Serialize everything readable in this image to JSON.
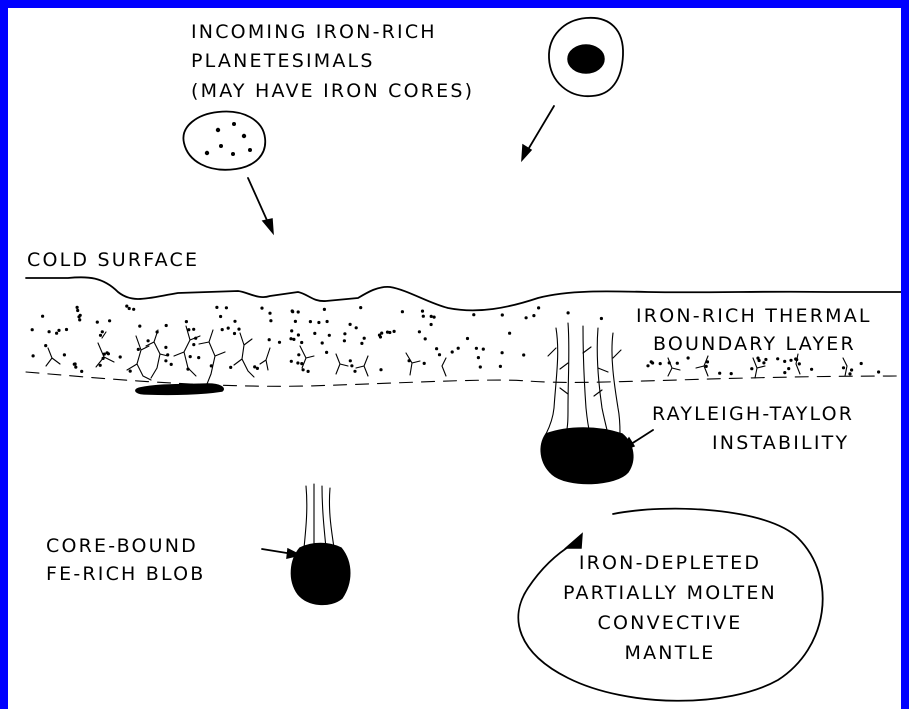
{
  "labels": {
    "incoming": [
      "INCOMING IRON-RICH",
      "PLANETESIMALS",
      "(MAY HAVE IRON CORES)"
    ],
    "cold_surface": "COLD SURFACE",
    "boundary_layer": [
      "IRON-RICH THERMAL",
      "BOUNDARY LAYER"
    ],
    "rayleigh_taylor": [
      "RAYLEIGH-TAYLOR",
      "INSTABILITY"
    ],
    "core_bound": [
      "CORE-BOUND",
      "FE-RICH BLOB"
    ],
    "mantle": [
      "IRON-DEPLETED",
      "PARTIALLY MOLTEN",
      "CONVECTIVE",
      "MANTLE"
    ]
  },
  "colors": {
    "border": "#0000FF",
    "background": "#FFFFFF",
    "ink": "#000000"
  }
}
